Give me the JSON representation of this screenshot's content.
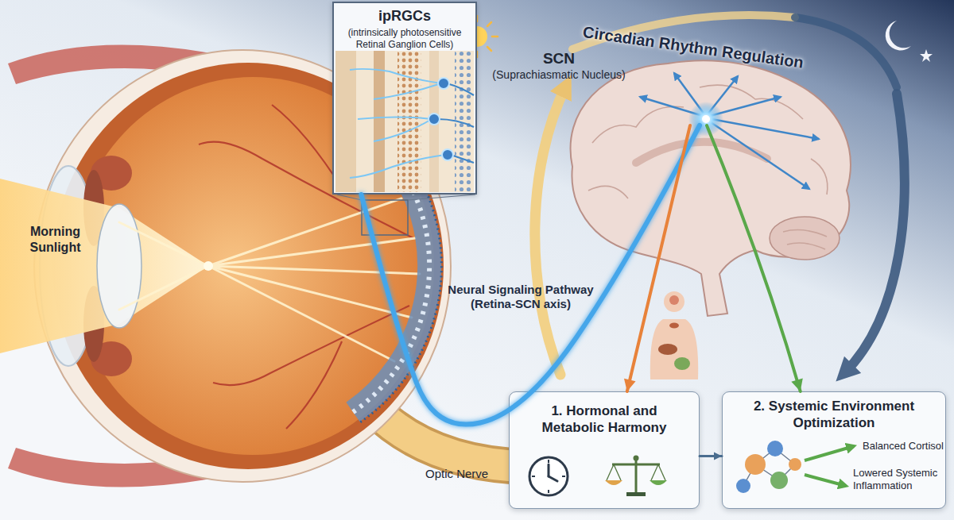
{
  "diagram": {
    "nodes": [
      {
        "text": [
          "ipRGCs",
          "(intrinsically photosensitive Retinal Ganglion Cells)"
        ]
      },
      {
        "text": [
          "SCN",
          "(Suprachiasmatic Nucleus)"
        ]
      },
      {
        "text": [
          "1. Hormonal and Metabolic Harmony"
        ]
      },
      {
        "text": [
          "2. Systemic Environment Optimization",
          "Balanced Cortisol",
          "Lowered Systemic Inflammation"
        ]
      }
    ],
    "edges": [
      {
        "from": 0,
        "to": 1,
        "label": "Neural Signaling Pathway (Retina-SCN axis)",
        "arrow": "none"
      },
      {
        "from": 1,
        "to": 2,
        "arrow": "to"
      },
      {
        "from": 1,
        "to": 3,
        "arrow": "to"
      },
      {
        "from": 2,
        "to": 3,
        "arrow": "to"
      }
    ],
    "labels": [
      "Morning Sunlight",
      "Circadian Rhythm Regulation",
      "Optic Nerve"
    ]
  }
}
